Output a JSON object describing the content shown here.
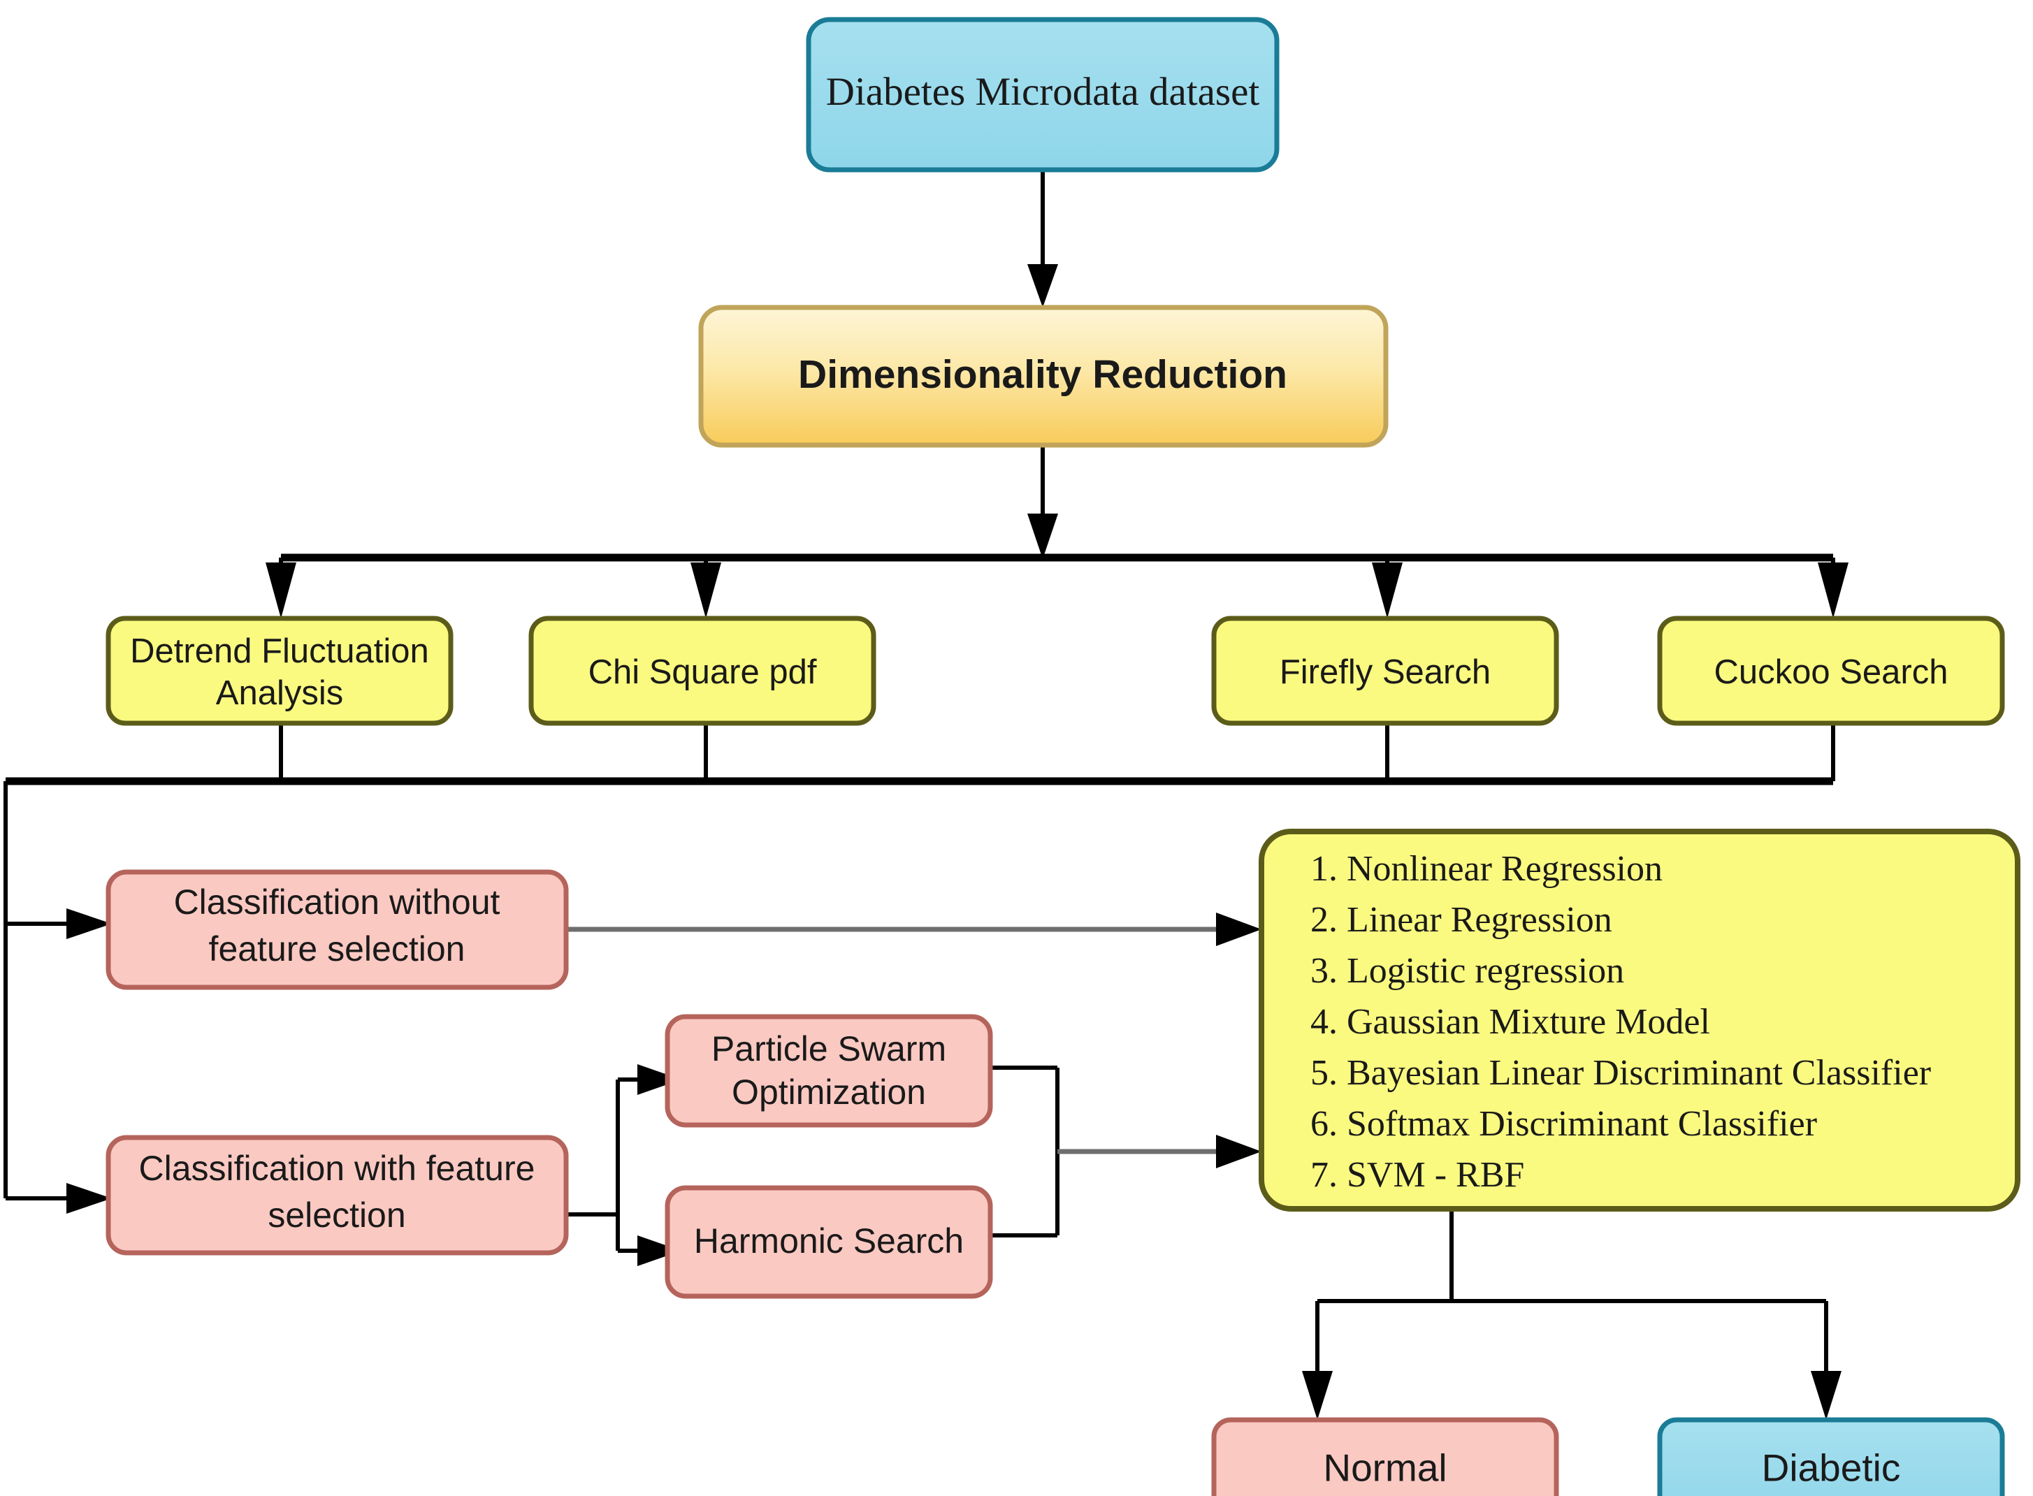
{
  "diagram": {
    "title": "Diabetes classification pipeline flowchart",
    "colors": {
      "blue_fill": "#9fdcec",
      "blue_border": "#1a7c96",
      "yellow_fill": "#fafa80",
      "yellow_border": "#5c5c1a",
      "pink_fill": "#fac9c2",
      "pink_border": "#b5645c",
      "amber_top": "#fdf2c8",
      "amber_bottom": "#f8cc5e",
      "amber_border": "#b89a4a",
      "edge": "#000000",
      "edge_gray": "#6e6e6e"
    },
    "nodes": {
      "dataset": {
        "label": "Diabetes Microdata dataset"
      },
      "dimensionality_reduction": {
        "label": "Dimensionality Reduction"
      },
      "detrend": {
        "line1": "Detrend Fluctuation",
        "line2": "Analysis"
      },
      "chi_square": {
        "label": "Chi Square pdf"
      },
      "firefly": {
        "label": "Firefly Search"
      },
      "cuckoo": {
        "label": "Cuckoo Search"
      },
      "classify_without": {
        "line1": "Classification without",
        "line2": "feature selection"
      },
      "classify_with": {
        "line1": "Classification with feature",
        "line2": "selection"
      },
      "pso": {
        "line1": "Particle Swarm",
        "line2": "Optimization"
      },
      "harmonic": {
        "label": "Harmonic Search"
      },
      "normal": {
        "label": "Normal"
      },
      "diabetic": {
        "label": "Diabetic"
      }
    },
    "classifier_list": {
      "items": [
        "1. Nonlinear Regression",
        "2. Linear Regression",
        "3. Logistic regression",
        "4. Gaussian Mixture Model",
        "5. Bayesian Linear Discriminant Classifier",
        "6. Softmax Discriminant Classifier",
        "7. SVM - RBF"
      ]
    }
  }
}
